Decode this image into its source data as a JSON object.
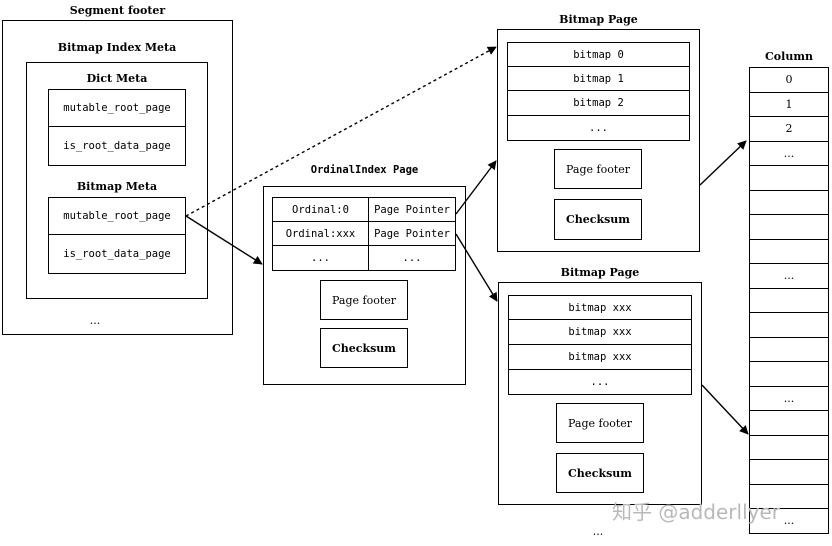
{
  "segment_footer": {
    "title": "Segment footer",
    "bitmap_index_meta": {
      "title": "Bitmap Index Meta",
      "dict_meta": {
        "title": "Dict Meta",
        "fields": [
          "mutable_root_page",
          "is_root_data_page"
        ]
      },
      "bitmap_meta": {
        "title": "Bitmap Meta",
        "fields": [
          "mutable_root_page",
          "is_root_data_page"
        ]
      }
    },
    "ellipsis": "..."
  },
  "ordinal_index_page": {
    "title": "OrdinalIndex Page",
    "rows": [
      [
        "Ordinal:0",
        "Page Pointer"
      ],
      [
        "Ordinal:xxx",
        "Page Pointer"
      ],
      [
        "...",
        "..."
      ]
    ],
    "page_footer": "Page footer",
    "checksum": "Checksum"
  },
  "bitmap_page_1": {
    "title": "Bitmap Page",
    "rows": [
      "bitmap 0",
      "bitmap 1",
      "bitmap 2",
      "..."
    ],
    "page_footer": "Page footer",
    "checksum": "Checksum"
  },
  "bitmap_page_2": {
    "title": "Bitmap Page",
    "rows": [
      "bitmap xxx",
      "bitmap xxx",
      "bitmap xxx",
      "..."
    ],
    "page_footer": "Page footer",
    "checksum": "Checksum"
  },
  "bottom_ellipsis": "...",
  "column": {
    "title": "Column",
    "cells": [
      "0",
      "1",
      "2",
      "...",
      "",
      "",
      "",
      "",
      "...",
      "",
      "",
      "",
      "",
      "...",
      "",
      "",
      "",
      "",
      "..."
    ]
  },
  "watermark": "知乎 @adderllyer"
}
